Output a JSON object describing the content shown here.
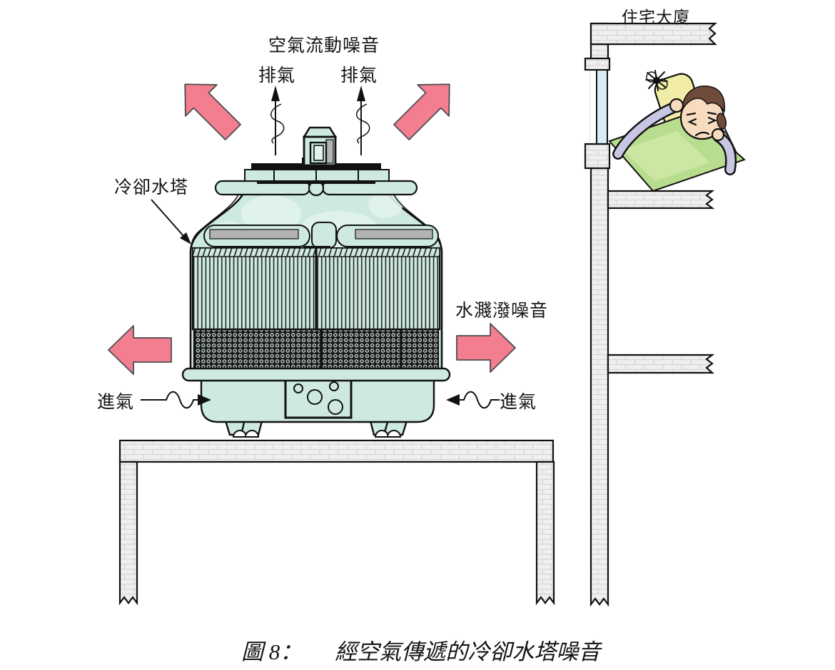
{
  "figure": {
    "labels": {
      "air_flow_noise": "空氣流動噪音",
      "exhaust_left": "排氣",
      "exhaust_right": "排氣",
      "cooling_tower": "冷卻水塔",
      "water_splash_noise": "水濺潑噪音",
      "intake_left": "進氣",
      "intake_right": "進氣",
      "residential_building": "住宅大廈"
    },
    "caption": {
      "figure_no": "圖 8：",
      "title": "經空氣傳遞的冷卻水塔噪音"
    }
  },
  "icons": {
    "noise_arrow_up_left": "thick pink arrow pointing up-left",
    "noise_arrow_up_right": "thick pink arrow pointing up-right",
    "noise_arrow_left": "thick pink arrow pointing left",
    "noise_arrow_right": "thick pink arrow pointing right",
    "exhaust_air_arrows": "thin vertical arrows with sound squiggle",
    "intake_air_arrows": "horizontal sine-wave arrows toward tower louvres",
    "label_pointer_arrow": "black arrow from label to cooling tower",
    "annoyance_scribble": "black scribble above sleeper's head"
  },
  "colors": {
    "accent-pink": "#f27e90",
    "tower-teal": "#cde9e2",
    "tower-teal-light": "#e1f3ec",
    "machine-gray": "#b3b3b3",
    "window-blue": "#d9edf5",
    "blanket-green": "#b9dd8f",
    "pillow-yellow": "#f2eda6",
    "sleeve-lavender": "#c9c6e4",
    "skin": "#f7dcc0",
    "hair-brown": "#6f4b39"
  }
}
